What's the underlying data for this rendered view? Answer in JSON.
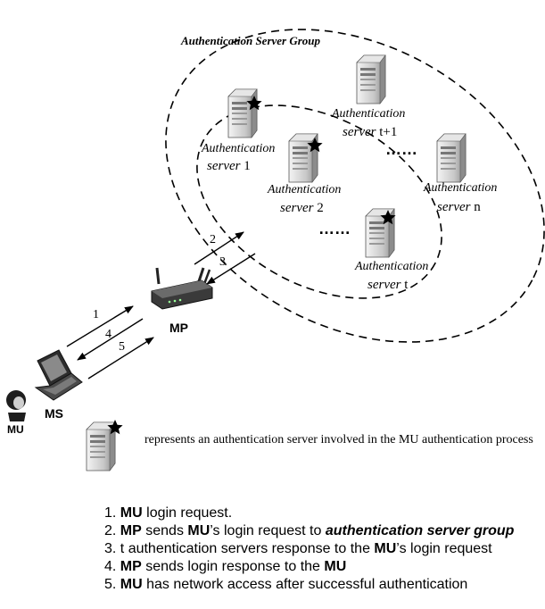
{
  "group_label": "Authentication Server Group",
  "servers": [
    {
      "line1": "Authentication",
      "line2_word": "server",
      "line2_id": "1",
      "starred": true
    },
    {
      "line1": "Authentication",
      "line2_word": "server",
      "line2_id": "2",
      "starred": true
    },
    {
      "line1": "Authentication",
      "line2_word": "server",
      "line2_id": "t",
      "starred": true
    },
    {
      "line1": "Authentication",
      "line2_word": "server",
      "line2_id": "t+1",
      "starred": false
    },
    {
      "line1": "Authentication",
      "line2_word": "server",
      "line2_id": "n",
      "starred": false
    }
  ],
  "dots": [
    "……",
    "……"
  ],
  "nodes": {
    "mp": "MP",
    "ms": "MS",
    "mu": "MU"
  },
  "arrows": [
    "1",
    "2",
    "3",
    "4",
    "5"
  ],
  "legend": {
    "text": "represents an authentication server involved in the MU authentication process"
  },
  "steps": [
    {
      "num": "1.",
      "segments": [
        {
          "t": "MU",
          "s": "b"
        },
        {
          "t": " login request.",
          "s": ""
        }
      ]
    },
    {
      "num": "2.",
      "segments": [
        {
          "t": "MP",
          "s": "b"
        },
        {
          "t": " sends ",
          "s": ""
        },
        {
          "t": "MU",
          "s": "b"
        },
        {
          "t": "’s login request to ",
          "s": ""
        },
        {
          "t": "authentication server group",
          "s": "bi"
        }
      ]
    },
    {
      "num": "3.",
      "segments": [
        {
          "t": "t authentication servers response to the ",
          "s": ""
        },
        {
          "t": "MU",
          "s": "b"
        },
        {
          "t": "’s login request",
          "s": ""
        }
      ]
    },
    {
      "num": "4.",
      "segments": [
        {
          "t": "MP",
          "s": "b"
        },
        {
          "t": " sends login response to the ",
          "s": ""
        },
        {
          "t": "MU",
          "s": "b"
        }
      ]
    },
    {
      "num": "5.",
      "segments": [
        {
          "t": "MU",
          "s": "b"
        },
        {
          "t": " has network access after successful authentication",
          "s": ""
        }
      ]
    }
  ]
}
